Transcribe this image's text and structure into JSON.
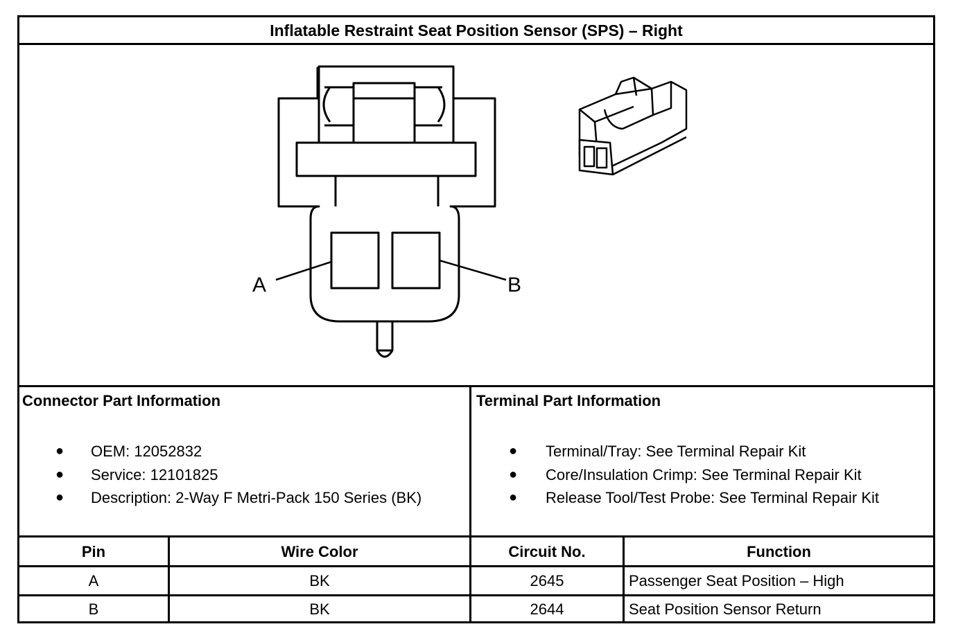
{
  "title": "Inflatable Restraint Seat Position Sensor (SPS) – Right",
  "diagram": {
    "pin_labels": [
      "A",
      "B"
    ]
  },
  "connector_info": {
    "heading": "Connector Part Information",
    "items": [
      "OEM: 12052832",
      "Service: 12101825",
      "Description: 2-Way F Metri-Pack 150 Series (BK)"
    ]
  },
  "terminal_info": {
    "heading": "Terminal Part Information",
    "items": [
      "Terminal/Tray: See Terminal Repair Kit",
      "Core/Insulation Crimp: See Terminal Repair Kit",
      "Release Tool/Test Probe: See Terminal Repair Kit"
    ]
  },
  "pin_table": {
    "headers": [
      "Pin",
      "Wire Color",
      "Circuit No.",
      "Function"
    ],
    "rows": [
      [
        "A",
        "BK",
        "2645",
        "Passenger Seat Position – High"
      ],
      [
        "B",
        "BK",
        "2644",
        "Seat Position Sensor Return"
      ]
    ]
  }
}
